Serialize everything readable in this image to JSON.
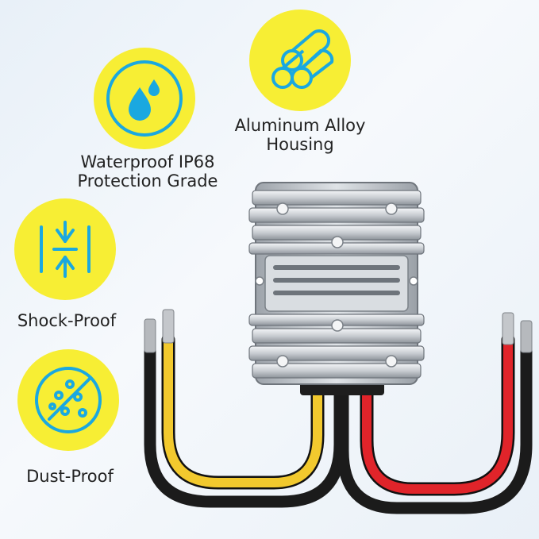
{
  "colors": {
    "badge_fill": "#f7ee34",
    "icon_stroke": "#1aa8e0",
    "label_text": "#222222",
    "wire_yellow": "#f2c92e",
    "wire_red": "#e0242a",
    "wire_black": "#222222",
    "housing": "#c8ccd0"
  },
  "features": [
    {
      "id": "waterproof",
      "icon": "water-drops-icon",
      "lines": [
        "Waterproof IP68",
        "Protection Grade"
      ]
    },
    {
      "id": "aluminum",
      "icon": "aluminum-rods-icon",
      "lines": [
        "Aluminum Alloy",
        "Housing"
      ]
    },
    {
      "id": "shock",
      "icon": "shock-compression-icon",
      "lines": [
        "Shock-Proof"
      ]
    },
    {
      "id": "dust",
      "icon": "dust-particles-icon",
      "lines": [
        "Dust-Proof"
      ]
    }
  ]
}
